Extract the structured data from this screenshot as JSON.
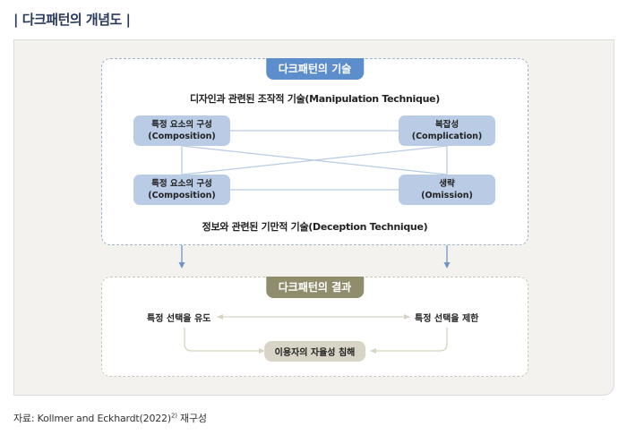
{
  "title": "| 다크패턴의 개념도 |",
  "techniques": {
    "header": "다크패턴의 기술",
    "manipulation_label": "디자인과 관련된 조작적 기술(Manipulation Technique)",
    "deception_label": "정보와 관련된 기만적 기술(Deception Technique)",
    "nodes": [
      {
        "line1": "특정 요소의 구성",
        "line2": "(Composition)"
      },
      {
        "line1": "복잡성",
        "line2": "(Complication)"
      },
      {
        "line1": "특정 요소의 구성",
        "line2": "(Composition)"
      },
      {
        "line1": "생략",
        "line2": "(Omission)"
      }
    ]
  },
  "results": {
    "header": "다크패턴의 결과",
    "left": "특정 선택을 유도",
    "right": "특정 선택을 제한",
    "center": "이용자의 자율성 침해"
  },
  "source": {
    "prefix": "자료: Kollmer and Eckhardt(2022)",
    "footnote": "2)",
    "suffix": " 재구성"
  },
  "colors": {
    "technique_accent": "#5b8ecb",
    "node_fill": "#b9cbe5",
    "result_accent": "#908d6d",
    "result_pill": "#d8d5c6"
  }
}
